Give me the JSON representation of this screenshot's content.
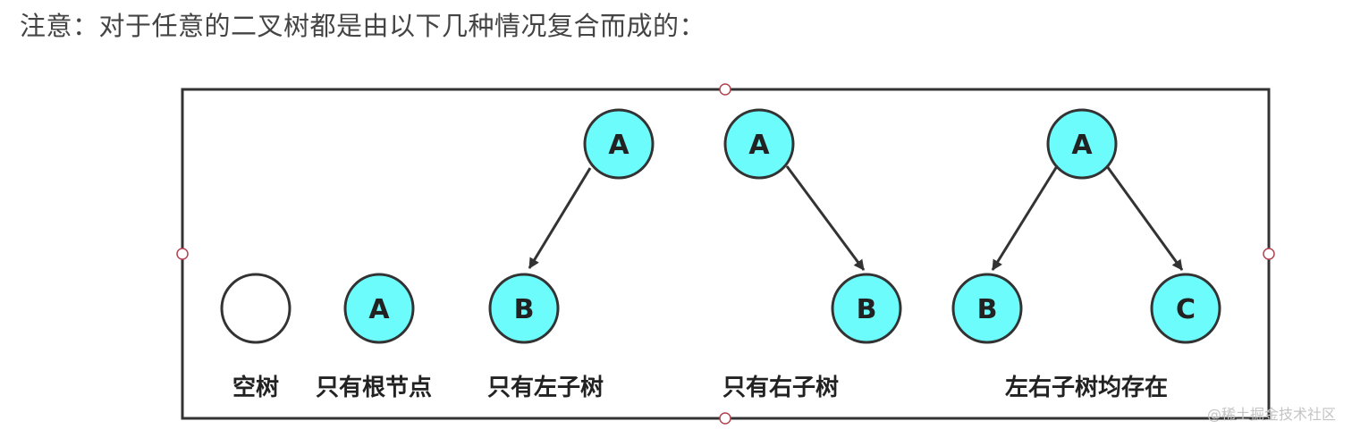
{
  "heading": "注意：对于任意的二叉树都是由以下几种情况复合而成的：",
  "watermark": "@稀土掘金技术社区",
  "colors": {
    "node_fill": "#6cfcfc",
    "empty_fill": "#ffffff",
    "stroke": "#333333",
    "frame_handle": "#b0454f"
  },
  "cases": [
    {
      "label": "空树"
    },
    {
      "label": "只有根节点",
      "nodes": [
        "A"
      ]
    },
    {
      "label": "只有左子树",
      "nodes": [
        "A",
        "B"
      ],
      "edges": [
        [
          "A",
          "B"
        ]
      ]
    },
    {
      "label": "只有右子树",
      "nodes": [
        "A",
        "B"
      ],
      "edges": [
        [
          "A",
          "B"
        ]
      ]
    },
    {
      "label": "左右子树均存在",
      "nodes": [
        "A",
        "B",
        "C"
      ],
      "edges": [
        [
          "A",
          "B"
        ],
        [
          "A",
          "C"
        ]
      ]
    }
  ]
}
